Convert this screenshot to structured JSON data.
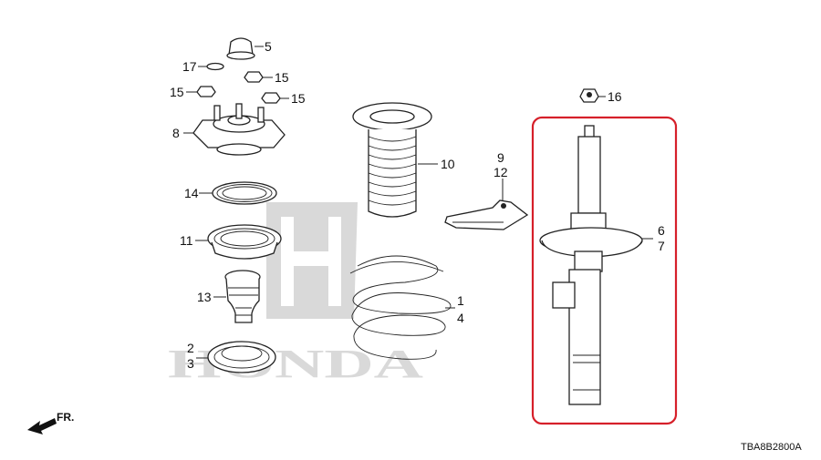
{
  "callouts": {
    "c1": "1",
    "c2": "2",
    "c3": "3",
    "c4": "4",
    "c5": "5",
    "c6": "6",
    "c7": "7",
    "c8": "8",
    "c9": "9",
    "c10": "10",
    "c11": "11",
    "c12": "12",
    "c13": "13",
    "c14": "14",
    "c15a": "15",
    "c15b": "15",
    "c15c": "15",
    "c16": "16",
    "c17": "17"
  },
  "direction_label": "FR.",
  "diagram_code": "TBA8B2800A",
  "watermark": "HONDA",
  "colors": {
    "highlight": "#d6202a",
    "ink": "#222222",
    "watermark": "#d9d9d9"
  }
}
